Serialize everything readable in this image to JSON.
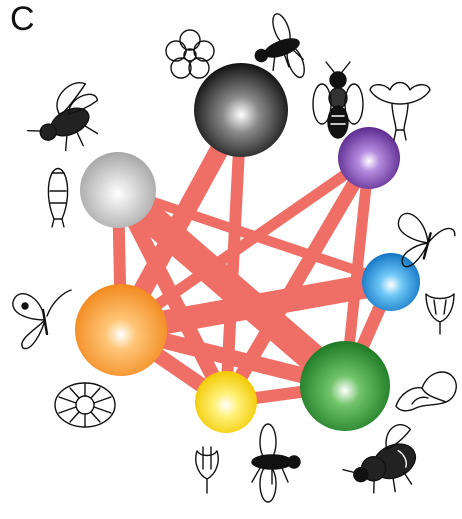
{
  "panel_label": "C",
  "colors": {
    "edge": "#ef6f66",
    "black_node": "#2a2a2a",
    "silver_node": "#bdbdbd",
    "purple_node": "#7b3fa6",
    "blue_node": "#1f8fd6",
    "orange_node": "#f59a2a",
    "yellow_node": "#f3d200",
    "green_node": "#2f8f35",
    "line_art": "#111111"
  },
  "nodes": [
    {
      "id": "black",
      "icon": "fly-and-flower-cluster"
    },
    {
      "id": "silver",
      "icon": "bee-fly-cluster"
    },
    {
      "id": "purple",
      "icon": "wasp-and-bell-flower-cluster"
    },
    {
      "id": "blue",
      "icon": "butterfly-and-campanula-cluster"
    },
    {
      "id": "orange",
      "icon": "butterfly-and-daisy-cluster"
    },
    {
      "id": "yellow",
      "icon": "bud-and-fly-cluster"
    },
    {
      "id": "green",
      "icon": "bumblebee-and-orchid-cluster"
    }
  ],
  "edges": [
    {
      "from": "silver",
      "to": "green",
      "weight": 5
    },
    {
      "from": "orange",
      "to": "blue",
      "weight": 4
    },
    {
      "from": "black",
      "to": "orange",
      "weight": 3
    },
    {
      "from": "silver",
      "to": "yellow",
      "weight": 2.2
    },
    {
      "from": "orange",
      "to": "green",
      "weight": 2.4
    },
    {
      "from": "orange",
      "to": "yellow",
      "weight": 2.2
    },
    {
      "from": "purple",
      "to": "yellow",
      "weight": 2
    },
    {
      "from": "silver",
      "to": "orange",
      "weight": 1.6
    },
    {
      "from": "black",
      "to": "yellow",
      "weight": 1.6
    },
    {
      "from": "blue",
      "to": "green",
      "weight": 1.8
    },
    {
      "from": "yellow",
      "to": "green",
      "weight": 1.6
    },
    {
      "from": "purple",
      "to": "green",
      "weight": 1.4
    },
    {
      "from": "orange",
      "to": "purple",
      "weight": 1.4
    },
    {
      "from": "silver",
      "to": "blue",
      "weight": 1.2
    }
  ]
}
